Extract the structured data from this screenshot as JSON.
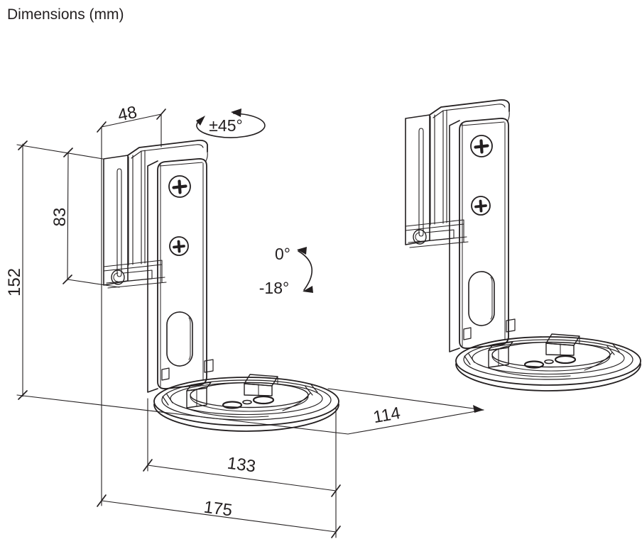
{
  "title": "Dimensions (mm)",
  "colors": {
    "line": "#231f20",
    "background": "#ffffff"
  },
  "dimensions": {
    "top_width": "48",
    "wall_bracket_height": "83",
    "total_height": "152",
    "base_depth": "114",
    "inner_base_width": "133",
    "total_base_width": "175"
  },
  "angles": {
    "swivel_range": "±45°",
    "tilt_upper": "0°",
    "tilt_lower": "-18°"
  }
}
